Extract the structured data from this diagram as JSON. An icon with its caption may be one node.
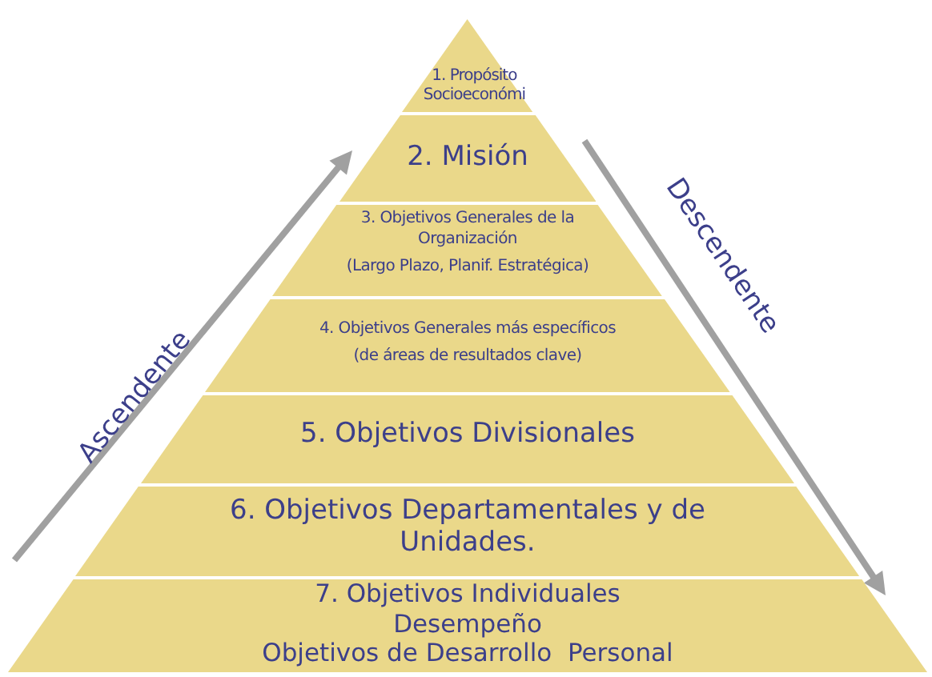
{
  "diagram": {
    "nodes": [
      {
        "text": [
          "1. Propósito Socioeconómi"
        ]
      },
      {
        "text": [
          "2. Misión"
        ]
      },
      {
        "text": [
          "3. Objetivos Generales de la Organización",
          "(Largo Plazo, Planif. Estratégica)"
        ]
      },
      {
        "text": [
          "4. Objetivos Generales más específicos",
          "(de áreas de resultados clave)"
        ]
      },
      {
        "text": [
          "5. Objetivos Divisionales"
        ]
      },
      {
        "text": [
          "6. Objetivos Departamentales y de Unidades."
        ]
      },
      {
        "text": [
          "7. Objetivos Individuales",
          "Desempeño",
          "Objetivos de Desarrollo  Personal"
        ]
      }
    ],
    "labels": [
      "Ascendente",
      "Descendente"
    ]
  }
}
